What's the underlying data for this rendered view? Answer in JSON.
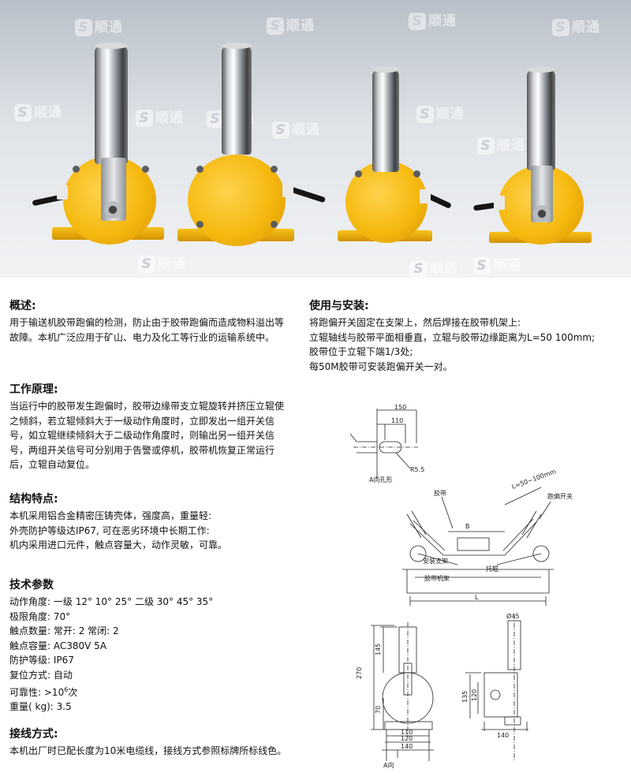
{
  "photo": {
    "watermark": "顺通",
    "watermark_logo": "S",
    "colors": {
      "body": "#f5b90f",
      "rod": "#cfd3d7",
      "cable": "#151515"
    }
  },
  "overview": {
    "title": "概述:",
    "text": "用于输送机胶带跑偏的检测，防止由于胶带跑偏而造成物料溢出等故障。本机广泛应用于矿山、电力及化工等行业的运输系统中。"
  },
  "principle": {
    "title": "工作原理:",
    "text": "当运行中的胶带发生跑偏时，胶带边缘带支立辊旋转并挤压立辊使之倾斜，若立辊倾斜大于一级动作角度时，立即发出一组开关信号，如立辊继续倾斜大于二级动作角度时，则输出另一组开关信号，两组开关信号可分别用于告警或停机，胶带机恢复正常运行后，立辊自动复位。"
  },
  "features": {
    "title": "结构特点:",
    "lines": [
      "本机采用铝合金精密压铸壳体，强度高，重量轻:",
      "外壳防护等级达IP67, 可在恶劣环境中长期工作:",
      "机内采用进口元件，触点容量大，动作灵敏，可靠。"
    ]
  },
  "specs": {
    "title": "技术参数",
    "rows": [
      {
        "label": "动作角度:",
        "value": "一级 12°  10°  25°     二级 30°  45°  35°"
      },
      {
        "label": "极限角度:",
        "value": "70°"
      },
      {
        "label": "触点数量:",
        "value": "常开: 2  常闭: 2"
      },
      {
        "label": "触点容量:",
        "value": "AC380V    5A"
      },
      {
        "label": "防护等级:",
        "value": "IP67"
      },
      {
        "label": "复位方式:",
        "value": "自动"
      },
      {
        "label": "可靠性:",
        "value": ">10",
        "sup": "6",
        "suffix": "次"
      },
      {
        "label": "重量( kg):",
        "value": "3.5"
      }
    ]
  },
  "wiring": {
    "title": "接线方式:",
    "text": "本机出厂时已配长度为10米电缆线，接线方式参照标牌所标线色。"
  },
  "install": {
    "title": "使用与安装:",
    "lines": [
      "将跑偏开关固定在支架上，然后焊接在胶带机架上:",
      "立辊轴线与胶带平面相垂直，立辊与胶带边缘距离为L=50  100mm;",
      "胶带位于立辊下端1/3处;",
      "每50M胶带可安装跑偏开关一对。"
    ]
  },
  "drawing1": {
    "d150": "150",
    "d110": "110",
    "r": "R5.5",
    "caption": "A向孔形"
  },
  "drawing2": {
    "belt": "胶带",
    "distance": "L=50~100mm",
    "switch": "跑偏开关",
    "bracket": "安装支架",
    "frame": "胶带机架",
    "roller": "托辊",
    "b": "B",
    "l": "L"
  },
  "drawing3": {
    "d270": "270",
    "d145": "145",
    "d70": "70",
    "d110": "110",
    "d120": "120",
    "d140": "140",
    "dia": "Ø45",
    "d135": "135",
    "d120b": "120",
    "d140b": "140",
    "view": "A向"
  }
}
